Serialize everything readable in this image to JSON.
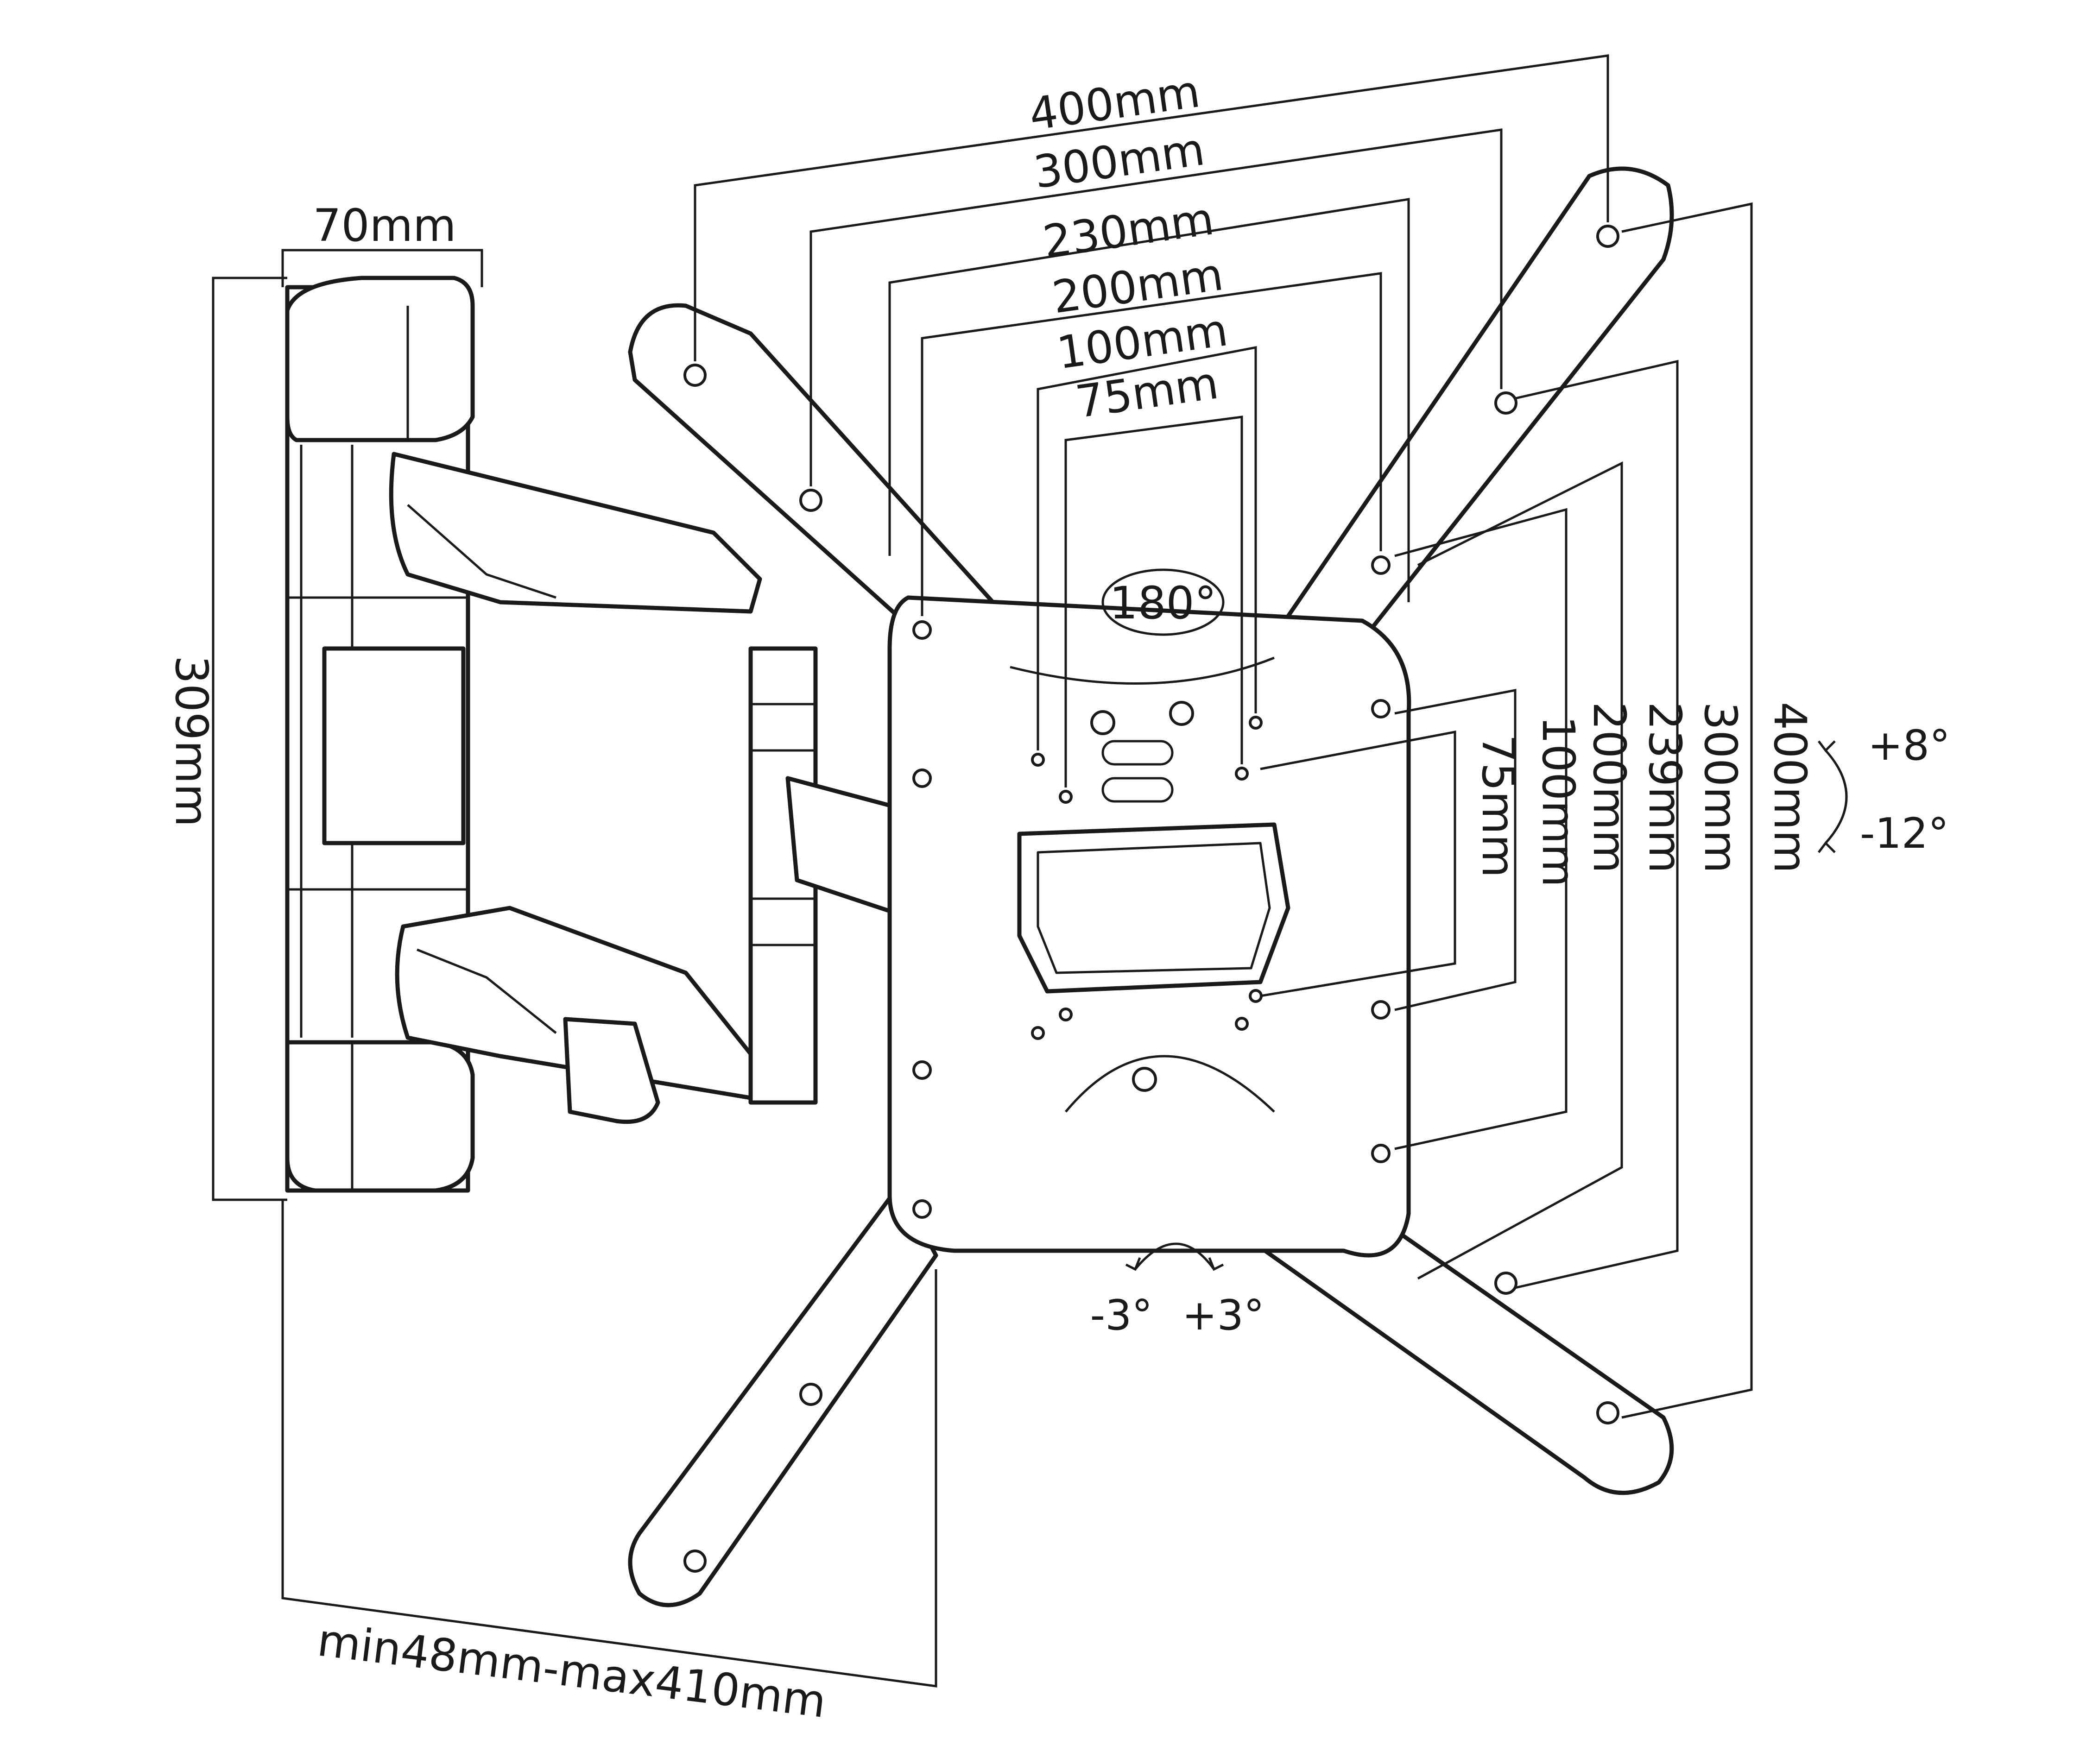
{
  "labels": {
    "width_400": "400mm",
    "width_300": "300mm",
    "width_230": "230mm",
    "width_200": "200mm",
    "width_100": "100mm",
    "width_75": "75mm",
    "plate_width": "70mm",
    "plate_height": "309mm",
    "height_400": "400mm",
    "height_300": "300mm",
    "height_239": "239mm",
    "height_200": "200mm",
    "height_100": "100mm",
    "height_75": "75mm",
    "rotation": "180°",
    "tilt_up": "+8°",
    "tilt_down": "-12°",
    "swivel_left": "-3°",
    "swivel_right": "+3°",
    "extension": "min48mm-max410mm"
  },
  "colors": {
    "line": "#1a1a1a",
    "background": "#ffffff"
  }
}
